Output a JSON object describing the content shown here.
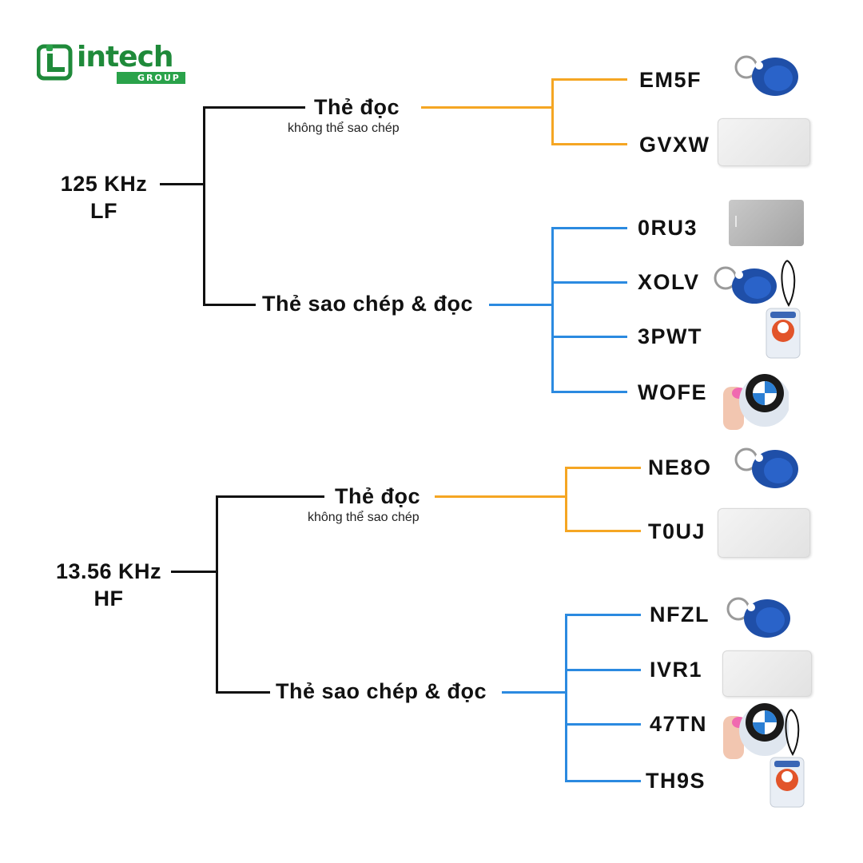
{
  "logo": {
    "wordmark": "intech",
    "sub": "GROUP"
  },
  "colors": {
    "black": "#111111",
    "orange": "#f5a623",
    "blue": "#2b8ae0",
    "green": "#1f8a3a"
  },
  "groups": [
    {
      "freq": "125 KHz",
      "band": "LF",
      "read_only": {
        "label": "Thẻ đọc",
        "sub": "không thể sao chép",
        "items": [
          {
            "code": "EM5F",
            "icon": "blue-keyfob-icon"
          },
          {
            "code": "GVXW",
            "icon": "white-card-icon"
          }
        ]
      },
      "copy_read": {
        "label": "Thẻ sao chép & đọc",
        "items": [
          {
            "code": "0RU3",
            "icon": "metal-card-icon"
          },
          {
            "code": "XOLV",
            "icon": "blue-keyfob-icon"
          },
          {
            "code": "3PWT",
            "icon": "cartoon-tag-icon"
          },
          {
            "code": "WOFE",
            "icon": "bmw-sticker-icon"
          }
        ]
      }
    },
    {
      "freq": "13.56 KHz",
      "band": "HF",
      "read_only": {
        "label": "Thẻ đọc",
        "sub": "không thể sao chép",
        "items": [
          {
            "code": "NE8O",
            "icon": "blue-keyfob-icon"
          },
          {
            "code": "T0UJ",
            "icon": "white-card-icon"
          }
        ]
      },
      "copy_read": {
        "label": "Thẻ sao chép & đọc",
        "items": [
          {
            "code": "NFZL",
            "icon": "blue-keyfob-icon"
          },
          {
            "code": "IVR1",
            "icon": "white-card-icon"
          },
          {
            "code": "47TN",
            "icon": "bmw-sticker-icon"
          },
          {
            "code": "TH9S",
            "icon": "cartoon-tag-icon"
          }
        ]
      }
    }
  ]
}
